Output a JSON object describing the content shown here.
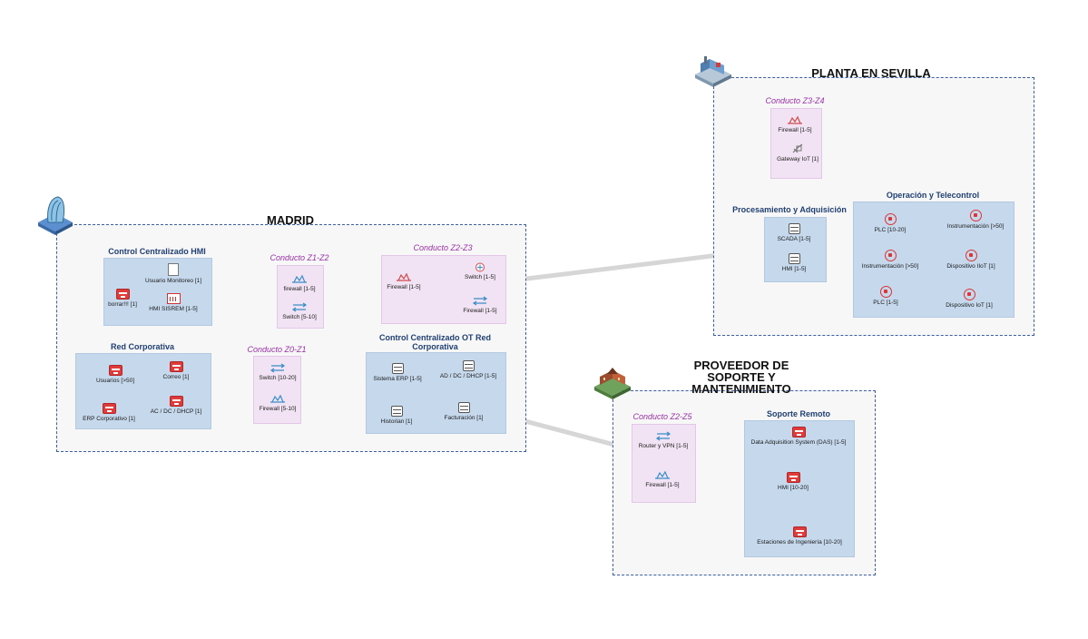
{
  "sites": {
    "madrid": "MADRID",
    "sevilla": "PLANTA EN SEVILLA",
    "proveedor": "PROVEEDOR DE SOPORTE Y MANTENIMIENTO"
  },
  "zones": {
    "hmi": {
      "title": "Control Centralizado HMI",
      "devices": [
        "Usuario Monitoreo [1]",
        "borrar!!! [1]",
        "HMI SISREM [1-5]"
      ]
    },
    "corp": {
      "title": "Red Corporativa",
      "devices": [
        "Usuarios [>50]",
        "Correo [1]",
        "ERP Corporativo [1]",
        "AC / DC / DHCP [1]"
      ]
    },
    "ot": {
      "title": "Control Centralizado OT Red Corporativa",
      "devices": [
        "Sistema ERP [1-5]",
        "AD / DC / DHCP [1-5]",
        "Historian [1]",
        "Facturación [1]"
      ]
    },
    "proc": {
      "title": "Procesamiento y Adquisición",
      "devices": [
        "SCADA [1-5]",
        "HMI [1-5]"
      ]
    },
    "oper": {
      "title": "Operación y Telecontrol",
      "devices": [
        "PLC [10-20]",
        "Instrumentación [>50]",
        "Instrumentación [>50]",
        "Dispositivo IIoT [1]",
        "PLC  [1-5]",
        "Dispositivo IoT [1]"
      ]
    },
    "remote": {
      "title": "Soporte Remoto",
      "devices": [
        "Data Adquisition System (DAS) [1-5]",
        "HMI  [10-20]",
        "Estaciones de Ingeniería [10-20]"
      ]
    }
  },
  "conduits": {
    "z1z2": {
      "title": "Conducto Z1-Z2",
      "devices": [
        "firewall [1-5]",
        "Switch [5-10]"
      ]
    },
    "z0z1": {
      "title": "Conducto Z0-Z1",
      "devices": [
        "Switch [10-20]",
        "Firewall [5-10]"
      ]
    },
    "z2z3": {
      "title": "Conducto Z2-Z3",
      "devices": [
        "Firewall [1-5]",
        "Switch [1-5]",
        "Firewall   [1-5]"
      ]
    },
    "z3z4": {
      "title": "Conducto Z3-Z4",
      "devices": [
        "Firewall [1-5]",
        "Gateway IoT [1]"
      ]
    },
    "z2z5": {
      "title": "Conducto Z2-Z5",
      "devices": [
        "Router y VPN [1-5]",
        "Firewall  [1-5]"
      ]
    }
  },
  "colors": {
    "zone": "#c5d8ec",
    "conduit": "#f1e3f3",
    "link": "#d6d6d6",
    "site_border": "#3a5fa8"
  }
}
